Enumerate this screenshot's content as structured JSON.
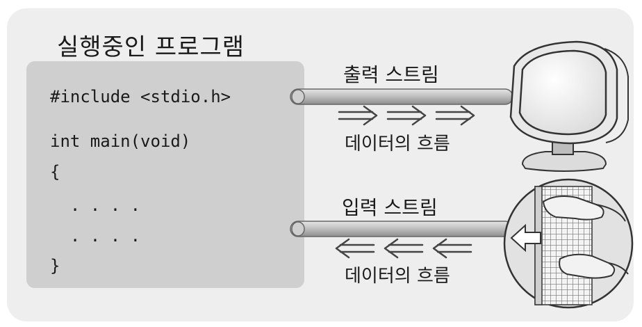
{
  "program": {
    "title": "실행중인 프로그램",
    "code_lines": [
      "#include <stdio.h>",
      "int main(void)",
      "{",
      "  . . . .",
      "  . . . .",
      "}"
    ]
  },
  "output_stream": {
    "label": "출력 스트림",
    "flow_label": "데이터의 흐름",
    "flow_direction": "right",
    "device_icon": "monitor-icon"
  },
  "input_stream": {
    "label": "입력 스트림",
    "flow_label": "데이터의 흐름",
    "flow_direction": "left",
    "device_icon": "keyboard-hands-icon"
  },
  "colors": {
    "panel": "#eeeeee",
    "code_box": "#cfcfcf",
    "pipe": "#b8b8b8"
  }
}
